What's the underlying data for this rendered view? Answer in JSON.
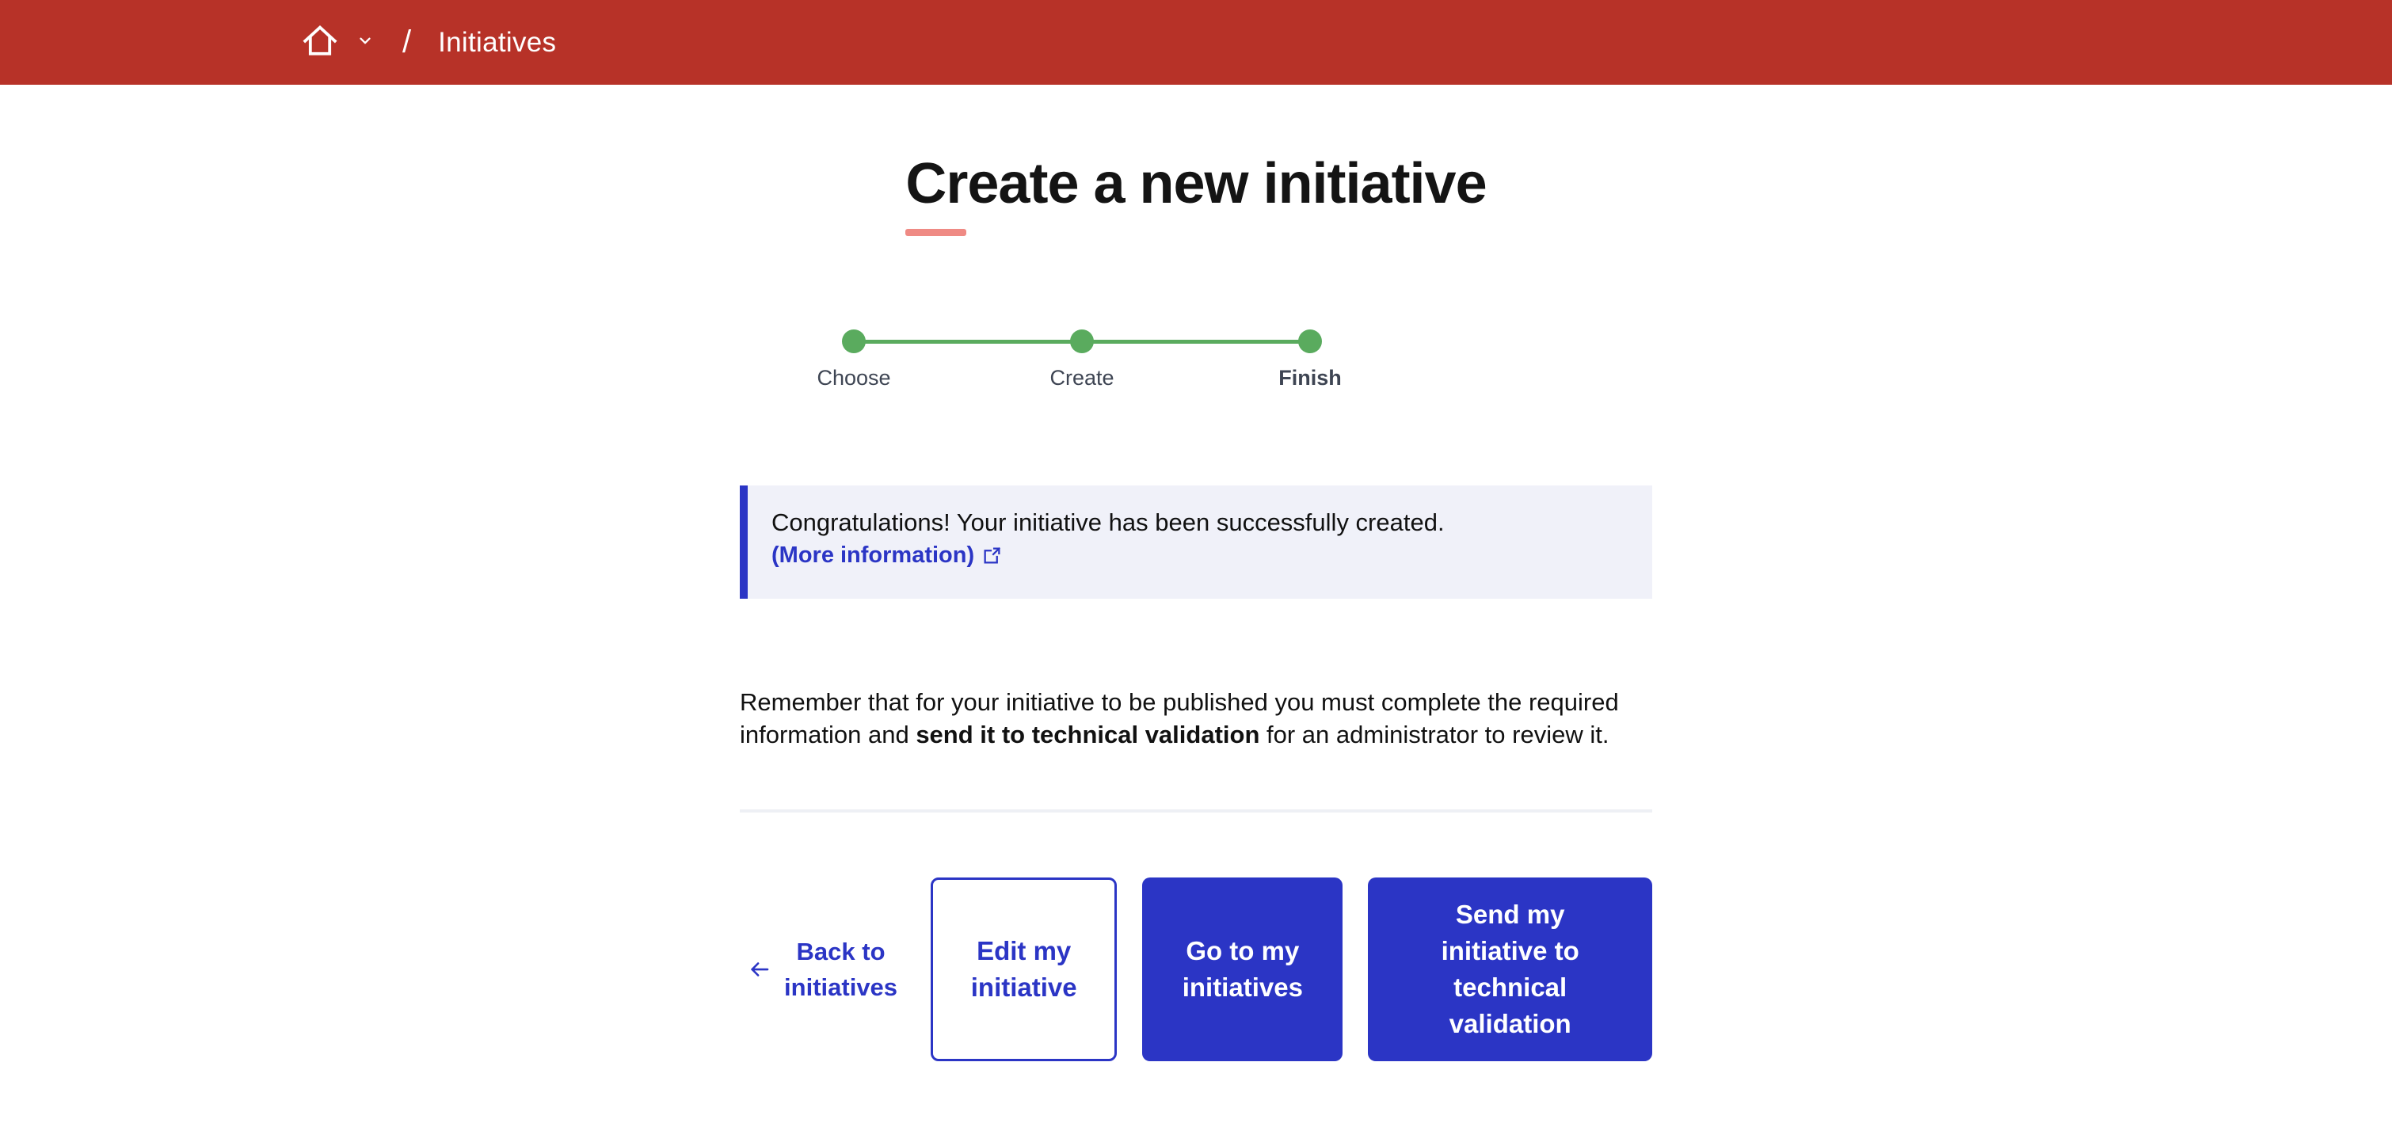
{
  "header": {
    "breadcrumb": {
      "separator": "/",
      "current": "Initiatives"
    }
  },
  "page": {
    "title": "Create a new initiative"
  },
  "stepper": {
    "steps": [
      {
        "label": "Choose",
        "state": "complete"
      },
      {
        "label": "Create",
        "state": "complete"
      },
      {
        "label": "Finish",
        "state": "current"
      }
    ]
  },
  "callout": {
    "message": "Congratulations! Your initiative has been successfully created.",
    "link_label": "(More information)"
  },
  "reminder": {
    "part1": "Remember that for your initiative to be published you must complete the required information and ",
    "bold": "send it to technical validation",
    "part2": " for an administrator to review it."
  },
  "actions": {
    "back_label": "Back to\ninitiatives",
    "edit_label": "Edit my\ninitiative",
    "go_label": "Go to my\ninitiatives",
    "send_label": "Send my\ninitiative to\ntechnical\nvalidation"
  },
  "icons": {
    "home": "home-icon",
    "chevron": "chevron-down-icon",
    "external_link": "external-link-icon",
    "back_arrow": "arrow-left-icon"
  },
  "colors": {
    "header_background": "#b73228",
    "accent_blue": "#2b35c5",
    "stepper_green": "#5aab5e",
    "callout_background": "#f0f1f9",
    "title_underline_pink": "#ef8a84",
    "divider_gray": "#eef0f5"
  }
}
